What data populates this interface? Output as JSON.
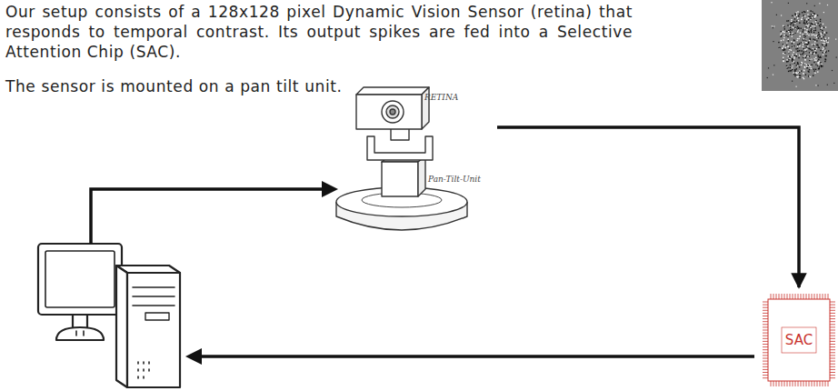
{
  "diagram": {
    "nodes": [
      {
        "text": [
          "RETINA",
          "Pan-Tilt-Unit"
        ]
      },
      {
        "text": [
          "SAC"
        ]
      }
    ],
    "edges": [
      {
        "from": 0,
        "to": 1,
        "arrow": "to"
      }
    ],
    "labels": [
      "Our setup consists of a 128x128 pixel Dynamic Vision Sensor (retina) that responds to temporal contrast. Its output spikes are fed into a Selective Attention Chip (SAC).",
      "The sensor is mounted on a pan tilt unit."
    ]
  }
}
